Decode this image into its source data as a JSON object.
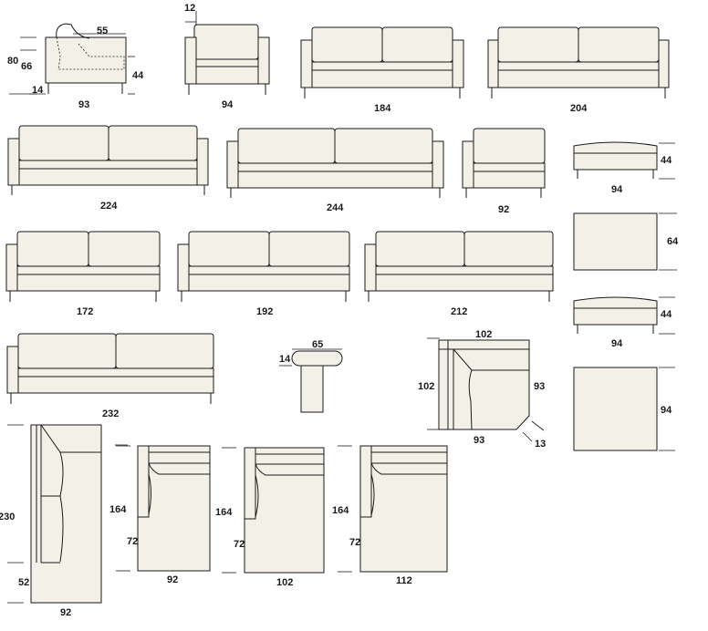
{
  "labels": {
    "side_depth_top": "55",
    "side_height_total": "80",
    "side_height_back": "66",
    "side_seat_height": "44",
    "side_leg_height": "14",
    "side_depth": "93",
    "armchair_arm": "12",
    "armchair_width": "94",
    "sofa_184": "184",
    "sofa_204": "204",
    "sofa_224": "224",
    "sofa_244": "244",
    "chair_92": "92",
    "ottoman_height": "44",
    "ottoman_width": "94",
    "square_small_depth": "64",
    "footstool_height": "44",
    "footstool_width": "94",
    "square_large_depth": "94",
    "end_172": "172",
    "end_192": "192",
    "end_212": "212",
    "end_232": "232",
    "bolster_length": "65",
    "bolster_dia": "14",
    "corner_top": "102",
    "corner_left": "102",
    "corner_right": "93",
    "corner_bottom": "93",
    "corner_cut": "13",
    "chaise_length": "230",
    "chaise_seat": "52",
    "chaise_width": "92",
    "lounge1_length": "164",
    "lounge1_seat": "72",
    "lounge1_width": "92",
    "lounge2_length": "164",
    "lounge2_seat": "72",
    "lounge2_width": "102",
    "lounge3_length": "164",
    "lounge3_seat": "72",
    "lounge3_width": "112"
  }
}
